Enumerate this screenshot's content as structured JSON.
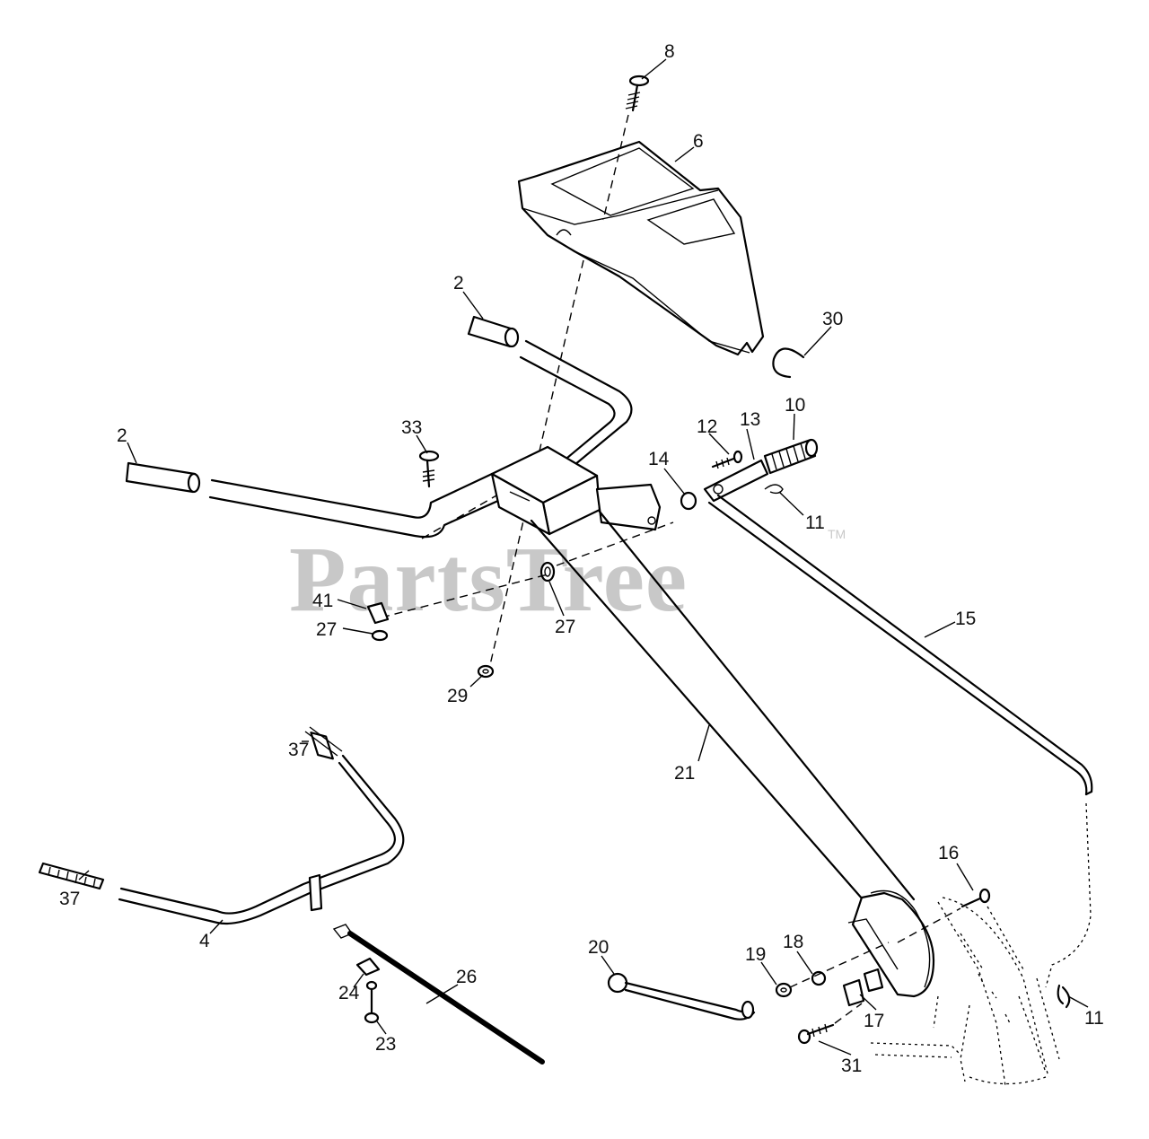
{
  "watermark": {
    "text": "PartsTree",
    "trademark": "TM"
  },
  "callouts": {
    "c8": "8",
    "c6": "6",
    "c2a": "2",
    "c30": "30",
    "c2b": "2",
    "c33": "33",
    "c12": "12",
    "c13": "13",
    "c10": "10",
    "c14": "14",
    "c11a": "11",
    "c41": "41",
    "c27a": "27",
    "c27b": "27",
    "c29": "29",
    "c15": "15",
    "c37a": "37",
    "c21": "21",
    "c37b": "37",
    "c4": "4",
    "c16": "16",
    "c20": "20",
    "c19": "19",
    "c18": "18",
    "c26": "26",
    "c24": "24",
    "c17": "17",
    "c11b": "11",
    "c23": "23",
    "c31": "31"
  }
}
